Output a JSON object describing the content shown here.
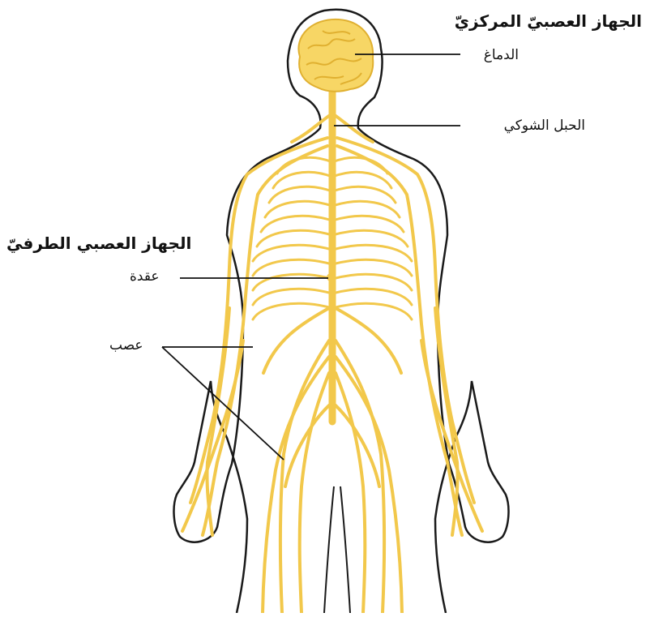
{
  "labels": {
    "cns_heading": "الجهاز العصبيّ المركزيّ",
    "brain": "الدماغ",
    "spinal_cord": "الحبل الشوكي",
    "pns_heading": "الجهاز العصبي الطرفيّ",
    "ganglion": "عقدة",
    "nerve": "عصب"
  },
  "colors": {
    "background": "#ffffff",
    "outline": "#1a1a1a",
    "nerve": "#f2c84b",
    "brain": "#f7d665",
    "brain_folds": "#e0b030",
    "leader": "#111111",
    "text": "#111111"
  }
}
